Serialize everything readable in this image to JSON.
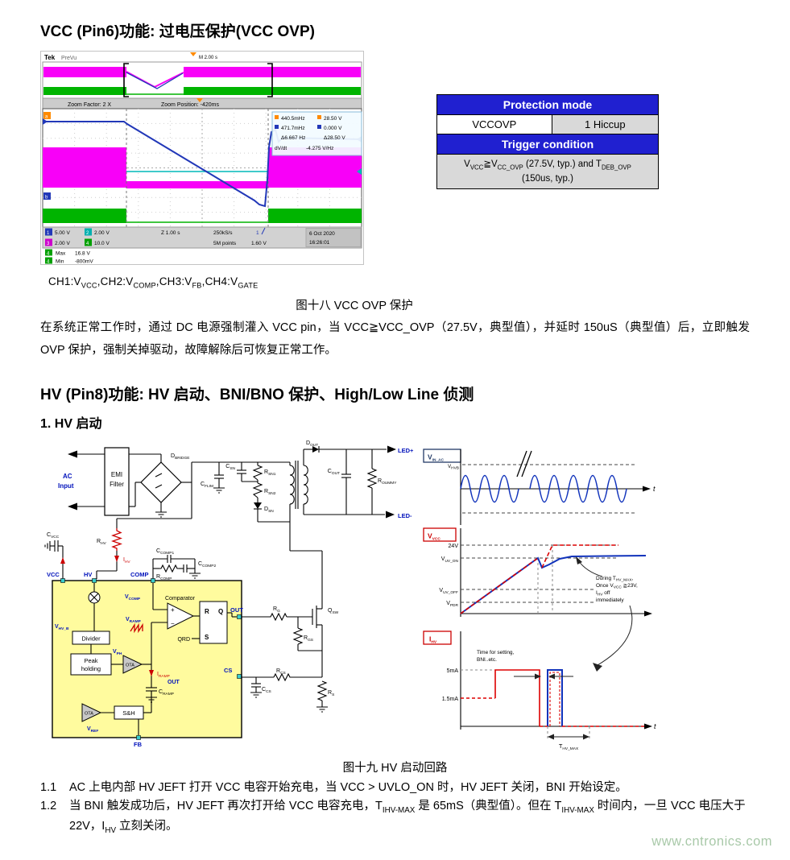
{
  "doc": {
    "title1": "VCC (Pin6)功能: 过电压保护(VCC OVP)",
    "title2": "HV (Pin8)功能: HV 启动、BNI/BNO 保护、High/Low Line 侦测",
    "sub_hv": "1.  HV 启动",
    "fig18_caption": "图十八  VCC OVP 保护",
    "fig19_caption": "图十九  HV 启动回路",
    "para1": "在系统正常工作时，通过 DC 电源强制灌入 VCC pin，当 VCC≧VCC_OVP（27.5V，典型值），并延时 150uS（典型值）后，立即触发 OVP 保护，强制关掉驱动，故障解除后可恢复正常工作。",
    "watermark": "www.cntronics.com"
  },
  "colors": {
    "table_header_blue": "#2020d0",
    "ic_block_yellow": "#fffb9e",
    "watermark_green": "#a9c9a9"
  },
  "scope": {
    "brand": "Tek",
    "mode": "PreVu",
    "m_time": "M 2.00 s",
    "zoom_factor": "Zoom Factor: 2 X",
    "zoom_position": "Zoom Position: -420ms",
    "marker_a": "a",
    "marker_b": "b",
    "meas_a_freq": "440.5mHz",
    "meas_a_volt": "28.50 V",
    "meas_b_freq": "471.7mHz",
    "meas_b_volt": "0.000 V",
    "meas_d_freq": "Δ6.667 Hz",
    "meas_d_volt": "Δ28.50 V",
    "dvdt_label": "dV/dt",
    "dvdt_value": "-4.275 V/Hz",
    "ch1_num": "1",
    "ch1_scale": "5.00 V",
    "ch2_num": "2",
    "ch2_scale": "2.00 V",
    "ch3_num": "3",
    "ch3_scale": "2.00 V",
    "ch4_num": "4",
    "ch4_scale": "10.0 V",
    "timebase": "Z 1.00 s",
    "samplerate": "250kS/s",
    "trig_src": "1",
    "points": "5M points",
    "trig_level": "1.60 V",
    "date": "6 Oct 2020",
    "time": "16:26:01",
    "max_ch": "4",
    "max_label": "Max",
    "max_value": "16.8 V",
    "min_ch": "4",
    "min_label": "Min",
    "min_value": "-800mV"
  },
  "table": {
    "header1": "Protection mode",
    "mode_name": "VCCOVP",
    "mode_value": "1 Hiccup",
    "header2": "Trigger condition",
    "cond_p1": "V",
    "cond_s1": "VCC",
    "cond_p2": "≧V",
    "cond_s2": "CC_OVP",
    "cond_p3": " (27.5V, typ.) and T",
    "cond_s3": "DEB_OVP",
    "cond_line2": "(150us, typ.)"
  },
  "fig18": {
    "cap_p1": "CH1:V",
    "cap_s1": "VCC",
    "cap_p2": ",CH2:V",
    "cap_s2": "COMP",
    "cap_p3": ",CH3:V",
    "cap_s3": "FB",
    "cap_p4": ",CH4:V",
    "cap_s4": "GATE"
  },
  "circuit": {
    "ac1": "AC",
    "ac2": "Input",
    "emi1": "EMI",
    "emi2": "Filter",
    "dbridge_p": "D",
    "dbridge_s": "BRIDGE",
    "csn_p": "C",
    "csn_s": "SN",
    "dout_p": "D",
    "dout_s": "OUT",
    "led_plus": "LED+",
    "led_minus": "LED-",
    "cflim_p": "C",
    "cflim_s": "FLIM",
    "rsn1_p": "R",
    "rsn1_s": "SN1",
    "rsn2_p": "R",
    "rsn2_s": "SN2",
    "dsn_p": "D",
    "dsn_s": "SN",
    "cout_p": "C",
    "cout_s": "OUT",
    "rdummy_p": "R",
    "rdummy_s": "OUMMY",
    "cvcc_p": "C",
    "cvcc_s": "VCC",
    "rhv_p": "R",
    "rhv_s": "HV",
    "ihv_p": "I",
    "ihv_s": "HV",
    "ccomp1_p": "C",
    "ccomp1_s": "COMP1",
    "rcomp_p": "R",
    "rcomp_s": "COMP",
    "ccomp2_p": "C",
    "ccomp2_s": "COMP2",
    "pin_vcc": "VCC",
    "pin_hv": "HV",
    "pin_comp": "COMP",
    "pin_out": "OUT",
    "pin_cs": "CS",
    "pin_fb": "FB",
    "vcomp_p": "V",
    "vcomp_s": "COMP",
    "comparator": "Comparator",
    "ff_r": "R",
    "ff_q": "Q",
    "ff_s": "S",
    "qrd": "QRD",
    "vramp_p": "V",
    "vramp_s": "RAMP",
    "divider": "Divider",
    "vhvb_p": "V",
    "vhvb_s": "HV_B",
    "peak1": "Peak",
    "peak2": "holding",
    "vph_p": "V",
    "vph_s": "PH",
    "ota": "OTA",
    "iramp_p": "I",
    "iramp_s": "RAMP",
    "out2": "OUT",
    "cramp_p": "C",
    "cramp_s": "RAMP",
    "sh": "S&H",
    "vref_p": "V",
    "vref_s": "REF",
    "qsw_p": "Q",
    "qsw_s": "SW",
    "rg_p": "R",
    "rg_s": "G",
    "rgs_p": "R",
    "rgs_s": "GS",
    "rcs_p": "R",
    "rcs_s": "CS",
    "ccs_p": "C",
    "ccs_s": "CS",
    "rs_p": "R",
    "rs_s": "S"
  },
  "timing": {
    "vinac_p": "V",
    "vinac_s": "IN_AC",
    "vhvb_p": "V",
    "vhvb_s": "HVB",
    "t1": "t",
    "t2": "t",
    "vvcc_p": "V",
    "vvcc_s": "VCC",
    "v24": "24V",
    "vuvon_p": "V",
    "vuvon_s": "UV_ON",
    "vuvoff_p": "V",
    "vuvoff_s": "UV_OFF",
    "vpdr_p": "V",
    "vpdr_s": "PDR",
    "note_l1a": "During T",
    "note_l1s": "HV_MAX",
    "note_l1b": ",",
    "note_l2a": "Once V",
    "note_l2s": "VCC",
    "note_l2b": " ≧23V,",
    "note_l3a": "I",
    "note_l3s": "HV",
    "note_l3b": " off",
    "note_l4": "immediately",
    "ihv_p": "I",
    "ihv_s": "HV",
    "i5": "5mA",
    "i15": "1.5mA",
    "set1": "Time for setting,",
    "set2": "BNI..etc.",
    "thvmax_p": "T",
    "thvmax_s": "HV_MAX"
  },
  "list": {
    "i1_num": "1.1",
    "i1_text": "AC 上电内部 HV JEFT 打开 VCC 电容开始充电，当 VCC > UVLO_ON 时，HV JEFT 关闭，BNI 开始设定。",
    "i2_num": "1.2",
    "i2_p1": "当 BNI 触发成功后，HV JEFT 再次打开给 VCC 电容充电，T",
    "i2_s1": "IHV-MAX",
    "i2_p2": " 是 65mS（典型值）。但在 T",
    "i2_s2": "IHV-MAX",
    "i2_p3": " 时间内，一旦 VCC 电压大于 22V，I",
    "i2_s3": "HV",
    "i2_p4": " 立刻关闭。"
  }
}
